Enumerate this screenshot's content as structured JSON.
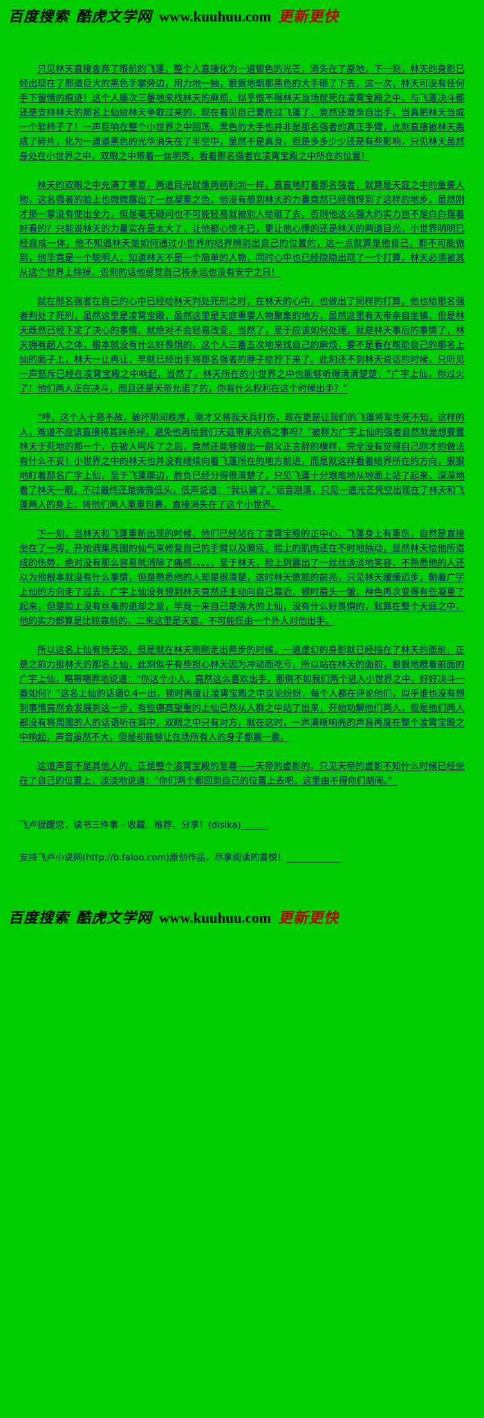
{
  "colors": {
    "background_green": "#00CC00",
    "body_text_navy": "#000080",
    "banner_text_black": "#000000",
    "banner_slogan_red": "#BB0000"
  },
  "banner": {
    "prefix": "百度搜索",
    "site_name": "酷虎文学网",
    "url": "www.kuuhuu.com",
    "slogan": "更新更快"
  },
  "content": {
    "paragraphs": [
      "只见林天直接舍弃了眼前的飞蓬，整个人直接化为一道银色的光芒，消失在了原地，下一刻，林天的身影已经出现在了那道巨大的黑色手掌旁边，用力地一抽，狠狠地朝那黑色的大手砸了下去，这一次，林天可没有任何手下留情的痕迹！这个人屡次三番地来找林天的麻烦，似乎恨不得林天当场就死在凌霄宝殿之中，与飞蓬决斗都还是支持林天的那名上仙给林天争取过来的，现在看见自己要胜过飞蓬了，竟然还敢亲自出手，当真把林天当成一个软柿子了！一声巨响在整个小世界之中回荡，黑色的大手也并非是那名强者的真正手臂，此刻直接被林天轰成了碎片，化为一道道黑色的光华消失在了半空中，虽然不是真身，但是多多少少还是有些影响，只见林天虽然身处在小世界之中，双眼之中带着一丝明亮，看着那名强者在凌霄宝殿之中所在的位置！",
      "林天的双眼之中充满了寒意，两道目光就像两柄利剑一样，直直地盯着那名强者，就算是天庭之中的重要人物，这名强者的脸上也微微露出了一丝凝重之色，他没有想到林天的力量竟然已经强悍到了这样的地步，虽然刚才那一掌没有使出全力，但是毫无疑问也不可能轻易就被别人给砸了去，否则他这么强大的实力岂不是白白摆着好看的？只能说林天的力量实在是太大了，让他都心惊不已，更让他心悸的还是林天的两道目光，小世界明明已经自成一体，他不知道林天是如何通过小世界的结界辨别出自己的位置的，这一点就算是他自己，都不可能做到，他毕竟是一个聪明人，知道林天不是一个简单的人物，同时心中也已经隐隐出现了一个打算，林天必须被其从这个世界上除掉，否则的话他感觉自己将永远也没有安宁之日！",
      "就在那名强者在自己的心中已经给林天判处死刑之时，在林天的心中，也做出了同样的打算，他也给那名强者判处了死刑，虽然这里是凌霄宝殿，虽然这里是天庭重要人物聚集的地方，虽然这里有天帝亲自坐镇，但是林天既然已经下定了决心的事情，就绝对不会轻易改变，当然了，至于应该如何处理，就是林天事后的事情了，林天拥有超人之体，根本就没有什么好畏惧的，这个人三番五次地来找自己的麻烦，要不是看在帮助自己的那名上仙的面子上，林天一让再让，早就已经出手将那名强者的脖子给拧下来了。此刻还不到林天说话的时候，只听见一声怒斥已经在凌霄宝殿之中响起，当然了，林天所在的小世界之中也能够听得清清楚楚：“广宇上仙，你过火了！他们两人正在决斗，而且还是天帝允诺了的，你有什么权利在这个时候出手？”",
      "“哼，这个人十恶不赦，破坏阴间秩序，刚才又将我天兵打伤，现在更是让我们的飞蓬将军生死不知，这样的人，难道不应该直接将其抹杀掉，避免他再给我们天庭带来灾祸之事吗？”被称为广宇上仙的强者自然就是想要置林天于死地的那一个，在被人呵斥了之后，竟然还能够做出一副义正言辞的模样，完全没有觉得自己刚才的做法有什么不妥！小世界之中的林天也并没有继续向着飞蓬所在的地方前进，而是就这样看着结界所在的方向，狠狠地盯着那名广宇上仙，至于飞蓬那边，胜负已经分得很清楚了，只见飞蓬十分艰难地从地面上站了起来，深深地看了林天一眼，不过最终还是微微低头，低声说道：“我认输了。”话音刚落，只见一道光芒凭空出现在了林天和飞蓬两人的身上，将他们两人重重包裹，直接消失在了这个小世界。",
      "下一刻，当林天和飞蓬重新出现的时候，他们已经站在了凌霄宝殿的正中心，飞蓬身上有重伤，自然是直接坐在了一旁，开始调集周围的仙气来修复自己的手臂以及脚底，脸上的肌肉还在不时地抽动，显然林天给他所造成的伤势，绝对没有那么容易就消除了痛感，。。。。至于林天，脸上则露出了一丝丝淡淡地笑容，不熟悉他的人还以为他根本就没有什么事情，但是熟悉他的人却是很清楚，这时林天愤怒的前兆，只见林天缓缓迈步，朝着广宇上仙的方向走了过去，广宇上仙没有想到林天竟然还主动向自己靠近，顿时眉头一皱，神色再次变得有些凝重了起来，但是脸上没有丝毫的退却之意，毕竟一来自己是强大的上仙，没有什么好畏惧的，就算在整个天庭之中，他的实力都算是比较靠前的，二来这里是天庭，不可能任由一个外人对他出手。",
      "所以这名上仙有恃无恐，但是就在林天刚刚走出两步的时候，一道虚幻的身影就已经挡在了林天的面前，正是之前力挺林天的那名上仙，此刻似乎有些担心林天因为冲动而吃亏，所以站在林天的面前，狠狠地瞪着前面的广宇上仙，略带嘲弄地说道：“你这个小人，竟然这么喜欢出手，那倒不如我们两个进入小世界之中，好好决斗一番如何？”这名上仙的话语0.4一出，顿时再度让凌霄宝殿之中议论纷纷，每个人都在评论他们，似乎谁也没有想到事情竟然会发展到这一步，有些德高望重的上仙已然从人群之中站了出来，开始劝解他们两人，但是他们两人都没有将周围的人的话语听在耳中，双眼之中只有对方，就在这时，一声清晰响亮的声音再度在整个凌霄宝殿之中响起，声音虽然不大，但是却能够让在场所有人的身子都震一震。",
      "这道声音不是其他人的，正是整个凌霄宝殿的至尊——天帝的虚影的。只见天帝的虚影不知什么时候已经坐在了自己的位置上，淡淡地说道：“你们两个都回到自己的位置上去吧，这里由不得你们胡闹。”_"
    ]
  },
  "notices": {
    "reminder": "飞卢提醒您，读书三件事 - 收藏、推荐、分享！(disika)______",
    "support": "支持飞卢小说网(http://b.faloo.com)原创作品，尽享阅读的喜悦！____________"
  }
}
